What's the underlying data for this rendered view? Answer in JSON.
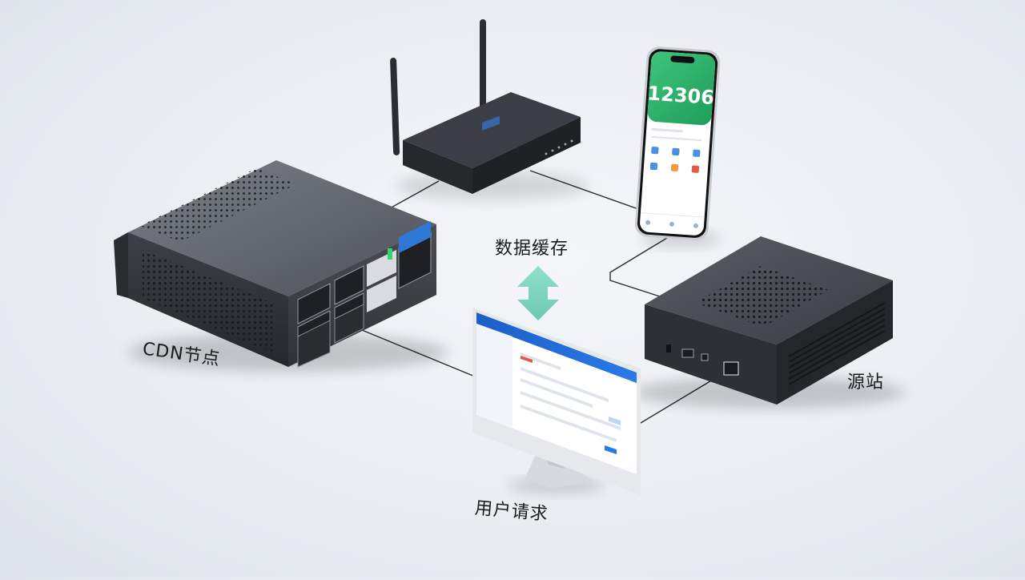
{
  "labels": {
    "cdn_node": "CDN节点",
    "data_cache": "数据缓存",
    "user_request": "用户请求",
    "origin": "源站"
  },
  "phone": {
    "app_number": "12306"
  },
  "colors": {
    "background": "#eceff3",
    "device_dark": "#3a3d42",
    "phone_green": "#27b36a",
    "arrow_teal": "#7fd3c0",
    "monitor_blue": "#1f6fd8"
  },
  "icons": [
    "router-icon",
    "phone-icon",
    "server-icon",
    "monitor-icon",
    "double-arrow-icon"
  ]
}
